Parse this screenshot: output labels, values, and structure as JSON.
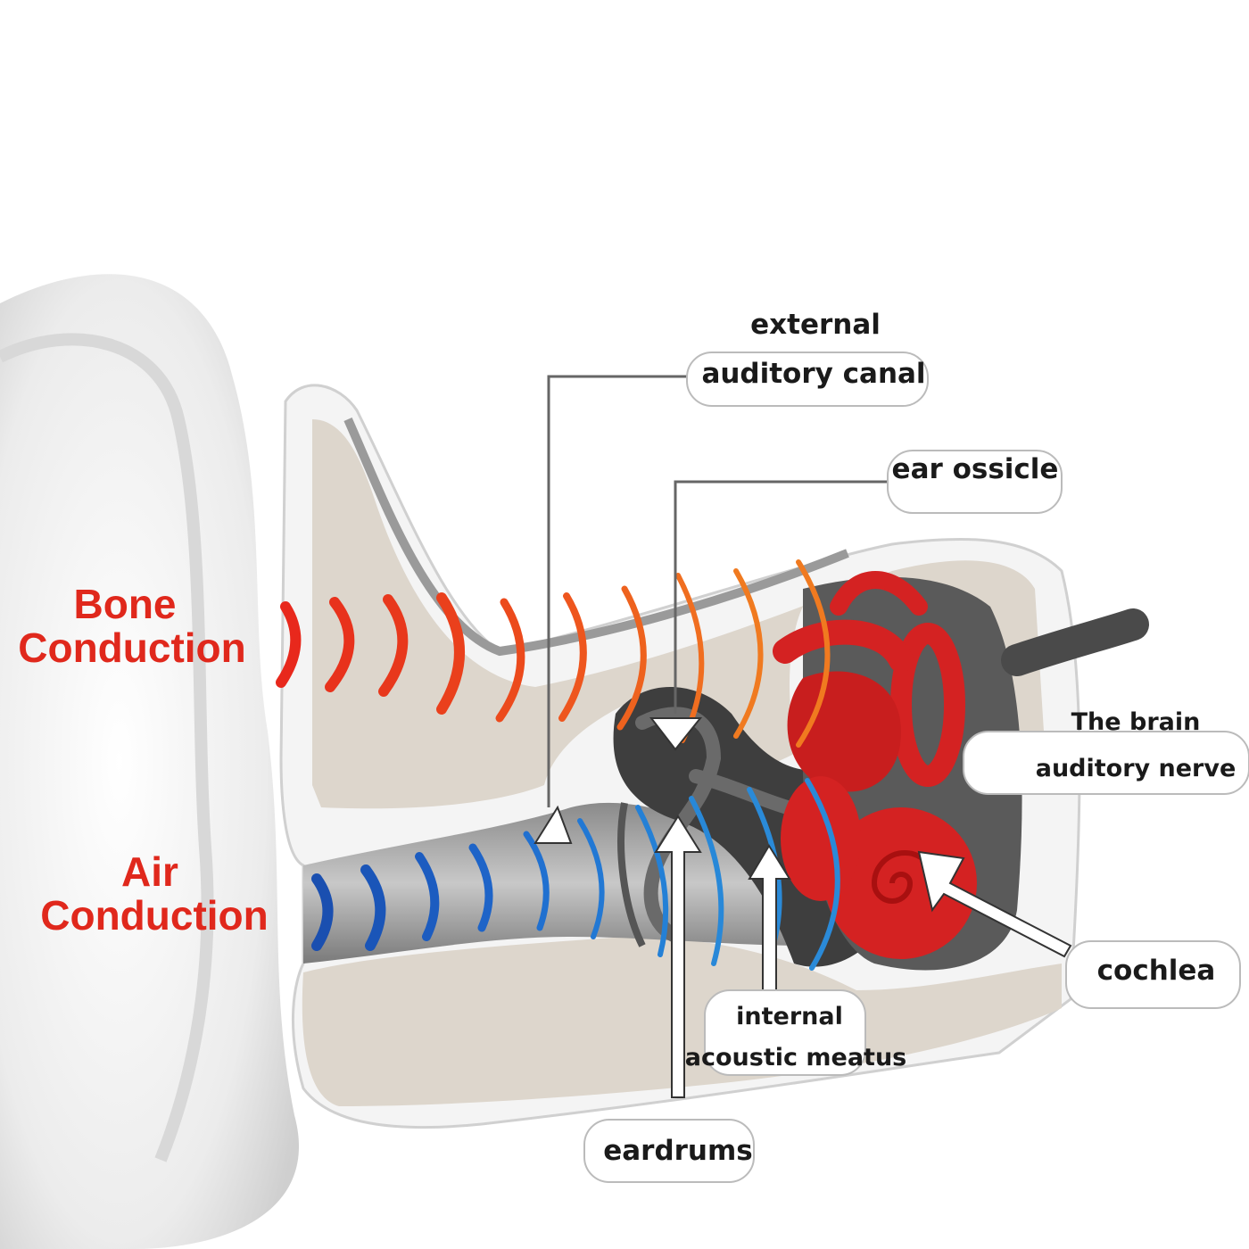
{
  "conduction": {
    "bone": [
      "Bone",
      "Conduction"
    ],
    "air": [
      "Air",
      "Conduction"
    ]
  },
  "labels": {
    "external_auditory_canal": [
      "external",
      "auditory canal"
    ],
    "ear_ossicle": "ear ossicle",
    "brain_auditory_nerve": [
      "The brain",
      "auditory nerve"
    ],
    "cochlea": "cochlea",
    "internal_acoustic_meatus": [
      "internal",
      "acoustic meatus"
    ],
    "eardrums": "eardrums"
  },
  "colors": {
    "bone_wave": "#e8401c",
    "bone_wave_far": "#f07a20",
    "air_wave": "#1e5fc0",
    "air_wave_far": "#2a8ad8",
    "bone_tissue": "#ddd6cc",
    "inner_ear": "#d42222",
    "label_text": "#e0281c"
  }
}
